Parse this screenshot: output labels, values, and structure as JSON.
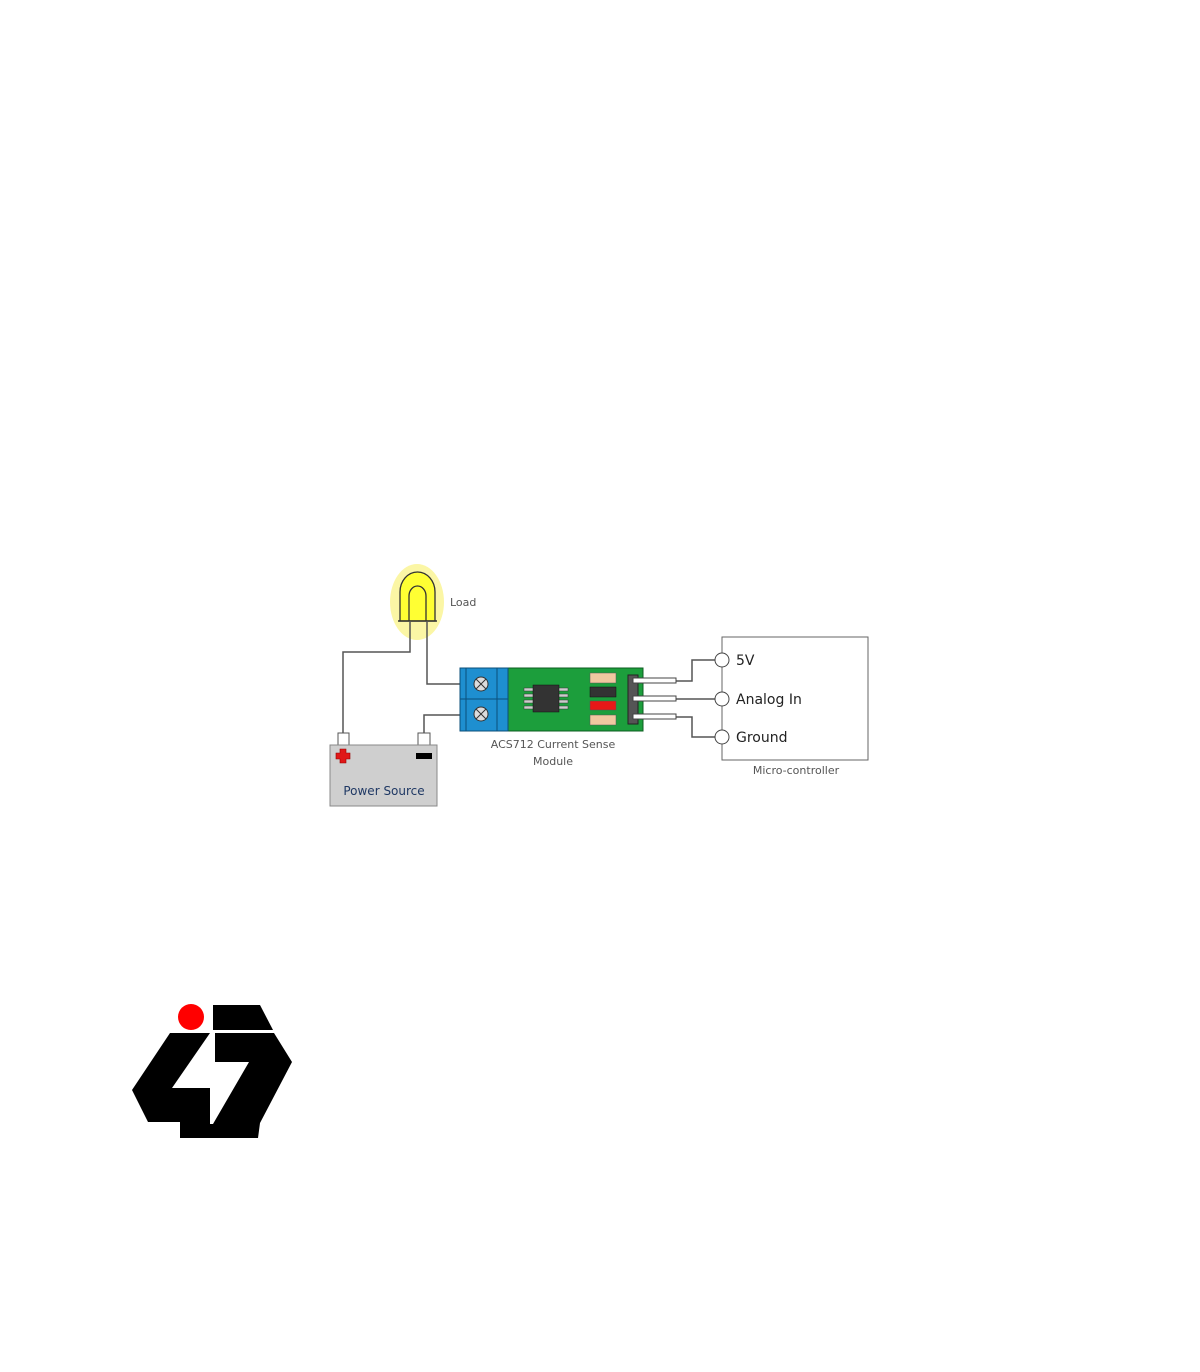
{
  "diagram": {
    "load_label": "Load",
    "power_source_label": "Power Source",
    "module_label_line1": "ACS712 Current Sense",
    "module_label_line2": "Module",
    "mcu_label": "Micro-controller",
    "mcu_pins": [
      "5V",
      "Analog In",
      "Ground"
    ]
  },
  "logo": {
    "name": "logo",
    "accent": "#ff0000"
  },
  "colors": {
    "bulb": "#ffff33",
    "glow": "#fbf59b",
    "terminal_block": "#1e8fd0",
    "pcb": "#1c9e3c",
    "battery": "#cfcfcf"
  }
}
